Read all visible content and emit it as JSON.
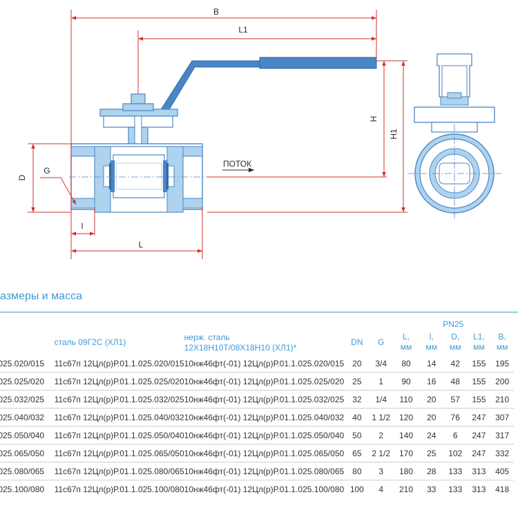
{
  "drawing": {
    "dim_B": "B",
    "dim_L1": "L1",
    "dim_H": "H",
    "dim_H1": "H1",
    "dim_D": "D",
    "dim_G": "G",
    "dim_l": "l",
    "dim_L": "L",
    "flow_label": "ПОТОК",
    "colors": {
      "steel": "#4a86c5",
      "steel_light": "#aed3ee",
      "steel_dark": "#2e6aa8",
      "dimension": "#d2322d"
    }
  },
  "section_title": "азмеры и масса",
  "table": {
    "pressure_header": "PN25",
    "col_steel_header": "сталь 09Г2С (ХЛ1)",
    "col_stainless_header_line1": "нерж. сталь",
    "col_stainless_header_line2": "12Х18Н10Т/08Х18Н10 (ХЛ1)*",
    "dim_headers": [
      {
        "name": "DN",
        "unit": ""
      },
      {
        "name": "G",
        "unit": ""
      },
      {
        "name": "L,",
        "unit": "мм"
      },
      {
        "name": "l,",
        "unit": "мм"
      },
      {
        "name": "D,",
        "unit": "мм"
      },
      {
        "name": "L1,",
        "unit": "мм"
      },
      {
        "name": "B,",
        "unit": "мм"
      }
    ],
    "rows": [
      {
        "code": ".025.020/015",
        "steel": "11с67п 12Цл(р)Р.01.1.025.020/015",
        "stainless": "10нж46фт(-01) 12Цл(р)Р.01.1.025.020/015",
        "dn": "20",
        "g": "3/4",
        "L": "80",
        "l": "14",
        "D": "42",
        "L1": "155",
        "B": "195"
      },
      {
        "code": ".025.025/020",
        "steel": "11с67п 12Цл(р)Р.01.1.025.025/020",
        "stainless": "10нж46фт(-01) 12Цл(р)Р.01.1.025.025/020",
        "dn": "25",
        "g": "1",
        "L": "90",
        "l": "16",
        "D": "48",
        "L1": "155",
        "B": "200"
      },
      {
        "code": ".025.032/025",
        "steel": "11с67п 12Цл(р)Р.01.1.025.032/025",
        "stainless": "10нж46фт(-01) 12Цл(р)Р.01.1.025.032/025",
        "dn": "32",
        "g": "1/4",
        "L": "110",
        "l": "20",
        "D": "57",
        "L1": "155",
        "B": "210"
      },
      {
        "code": ".025.040/032",
        "steel": "11с67п 12Цл(р)Р.01.1.025.040/032",
        "stainless": "10нж46фт(-01) 12Цл(р)Р.01.1.025.040/032",
        "dn": "40",
        "g": "1 1/2",
        "L": "120",
        "l": "20",
        "D": "76",
        "L1": "247",
        "B": "307"
      },
      {
        "code": ".025.050/040",
        "steel": "11с67п 12Цл(р)Р.01.1.025.050/040",
        "stainless": "10нж46фт(-01) 12Цл(р)Р.01.1.025.050/040",
        "dn": "50",
        "g": "2",
        "L": "140",
        "l": "24",
        "D": "6",
        "L1": "247",
        "B": "317"
      },
      {
        "code": ".025.065/050",
        "steel": "11с67п 12Цл(р)Р.01.1.025.065/050",
        "stainless": "10нж46фт(-01) 12Цл(р)Р.01.1.025.065/050",
        "dn": "65",
        "g": "2 1/2",
        "L": "170",
        "l": "25",
        "D": "102",
        "L1": "247",
        "B": "332"
      },
      {
        "code": ".025.080/065",
        "steel": "11с67п 12Цл(р)Р.01.1.025.080/065",
        "stainless": "10нж46фт(-01) 12Цл(р)Р.01.1.025.080/065",
        "dn": "80",
        "g": "3",
        "L": "180",
        "l": "28",
        "D": "133",
        "L1": "313",
        "B": "405"
      },
      {
        "code": ".025.100/080",
        "steel": "11с67п 12Цл(р)Р.01.1.025.100/080",
        "stainless": "10нж46фт(-01) 12Цл(р)Р.01.1.025.100/080",
        "dn": "100",
        "g": "4",
        "L": "210",
        "l": "33",
        "D": "133",
        "L1": "313",
        "B": "418"
      }
    ]
  }
}
